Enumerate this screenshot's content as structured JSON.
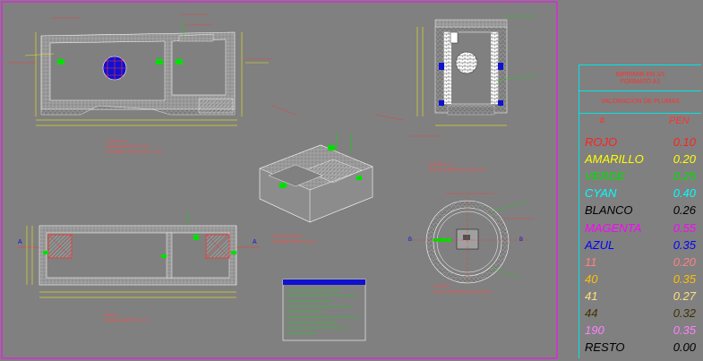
{
  "drawing": {
    "views": {
      "corte_aa": {
        "title": "CORTE A-A",
        "subtitle": "TANQUE SEPTICO N°2",
        "note": "VOLUMEN TOTAL UTIL= 7m3"
      },
      "vista_isometrica": {
        "title": "Vista Isometrica",
        "subtitle": "TANQUE SEPTICO N°2"
      },
      "corte_bb": {
        "title": "CORTE B - B",
        "subtitle": "POZO DE PERCOLACION N°2"
      },
      "planta_tanque": {
        "title": "Planta",
        "subtitle": "TANQUE SEPTICO N°2"
      },
      "planta_pozo": {
        "title": "PLANTA",
        "subtitle": "POZO DE PERCOLACION N°2"
      }
    },
    "section_marks": {
      "a": "A",
      "b": "B"
    }
  },
  "pen_table": {
    "header_line1": "IMPRIMIR EN 1/1",
    "header_line2": "FORMATO A1",
    "header_line3": "VALORACION DE PLUMAS",
    "col_color": "#",
    "col_pen": "PEN",
    "rows": [
      {
        "name": "ROJO",
        "value": "0.10",
        "color": "#ff2020"
      },
      {
        "name": "AMARILLO",
        "value": "0.20",
        "color": "#ffff00"
      },
      {
        "name": "VERDE",
        "value": "0.25",
        "color": "#00e000"
      },
      {
        "name": "CYAN",
        "value": "0.40",
        "color": "#00ffff"
      },
      {
        "name": "BLANCO",
        "value": "0.26",
        "color": "#000000"
      },
      {
        "name": "MAGENTA",
        "value": "0.55",
        "color": "#ff00ff"
      },
      {
        "name": "AZUL",
        "value": "0.35",
        "color": "#0000ff"
      },
      {
        "name": "11",
        "value": "0.20",
        "color": "#ff8080"
      },
      {
        "name": "40",
        "value": "0.35",
        "color": "#ffbf00"
      },
      {
        "name": "41",
        "value": "0.27",
        "color": "#ffdf80"
      },
      {
        "name": "44",
        "value": "0.32",
        "color": "#403000"
      },
      {
        "name": "190",
        "value": "0.35",
        "color": "#ff80ff"
      },
      {
        "name": "RESTO",
        "value": "0.00",
        "color": "#000000"
      }
    ]
  }
}
